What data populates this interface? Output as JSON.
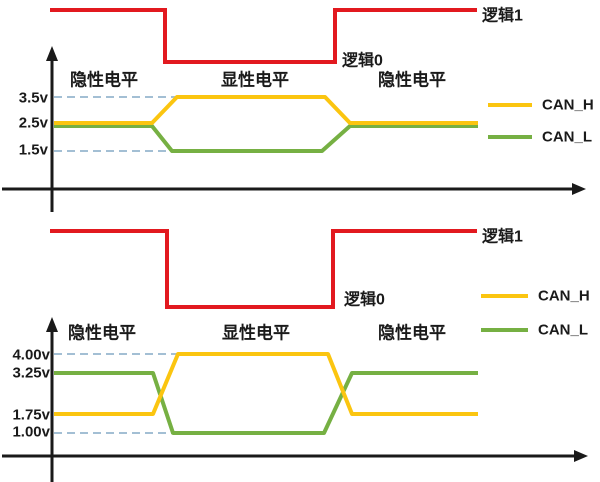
{
  "colors": {
    "logic_line": "#e2191f",
    "can_h": "#fbc510",
    "can_l": "#76b043",
    "axis": "#1a1a1a",
    "guide_dash": "#a3bfd4"
  },
  "top_panel": {
    "logic1": "逻辑1",
    "logic0": "逻辑0",
    "region_recessive_left": "隐性电平",
    "region_dominant": "显性电平",
    "region_recessive_right": "隐性电平",
    "volt_high": "3.5v",
    "volt_mid": "2.5v",
    "volt_low": "1.5v",
    "legend_can_h": "CAN_H",
    "legend_can_l": "CAN_L"
  },
  "bottom_panel": {
    "logic1": "逻辑1",
    "logic0": "逻辑0",
    "region_recessive_left": "隐性电平",
    "region_dominant": "显性电平",
    "region_recessive_right": "隐性电平",
    "volt_1": "4.00v",
    "volt_2": "3.25v",
    "volt_3": "1.75v",
    "volt_4": "1.00v",
    "legend_can_h": "CAN_H",
    "legend_can_l": "CAN_L"
  },
  "chart_data": [
    {
      "type": "line",
      "title": "",
      "xlabel": "",
      "ylabel": "",
      "regions": [
        "隐性电平",
        "显性电平",
        "隐性电平"
      ],
      "logic_levels": [
        "逻辑1",
        "逻辑0",
        "逻辑1"
      ],
      "y_ticks": [
        "3.5v",
        "2.5v",
        "1.5v"
      ],
      "series": [
        {
          "name": "CAN_H",
          "color": "#fbc510",
          "values_v": [
            2.5,
            3.5,
            2.5
          ]
        },
        {
          "name": "CAN_L",
          "color": "#76b043",
          "values_v": [
            2.5,
            1.5,
            2.5
          ]
        }
      ],
      "legend_position": "right",
      "grid": false
    },
    {
      "type": "line",
      "title": "",
      "xlabel": "",
      "ylabel": "",
      "regions": [
        "隐性电平",
        "显性电平",
        "隐性电平"
      ],
      "logic_levels": [
        "逻辑1",
        "逻辑0",
        "逻辑1"
      ],
      "y_ticks": [
        "4.00v",
        "3.25v",
        "1.75v",
        "1.00v"
      ],
      "series": [
        {
          "name": "CAN_H",
          "color": "#fbc510",
          "values_v": [
            1.75,
            4.0,
            1.75
          ]
        },
        {
          "name": "CAN_L",
          "color": "#76b043",
          "values_v": [
            3.25,
            1.0,
            3.25
          ]
        }
      ],
      "legend_position": "right",
      "grid": false
    }
  ]
}
